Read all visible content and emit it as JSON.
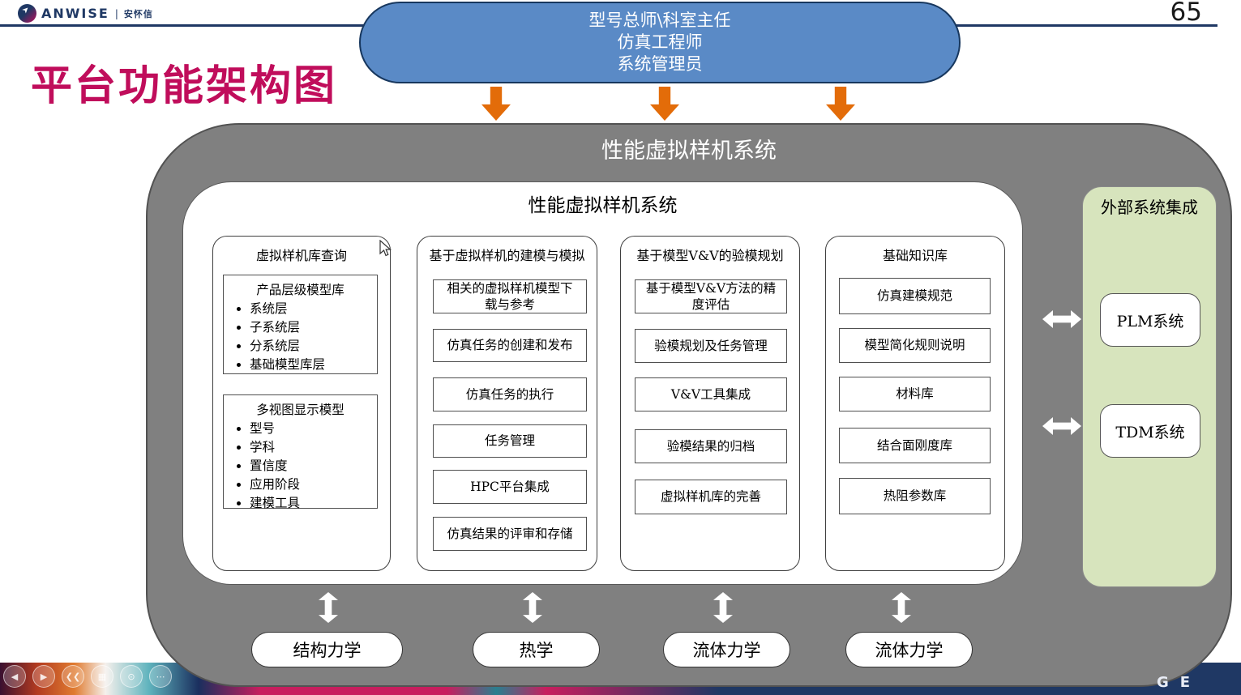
{
  "page": {
    "number": "65"
  },
  "header": {
    "logo_en": "ANWISE",
    "logo_sep": "|",
    "logo_cn": "安怀信",
    "title": "平台功能架构图"
  },
  "actors": {
    "lines": [
      "型号总师\\科室主任",
      "仿真工程师",
      "系统管理员"
    ]
  },
  "outer_system": {
    "title": "性能虚拟样机系统"
  },
  "inner_system": {
    "title": "性能虚拟样机系统"
  },
  "columns": [
    {
      "title": "虚拟样机库查询",
      "groups": [
        {
          "header": "产品层级模型库",
          "bullets": [
            "系统层",
            "子系统层",
            "分系统层",
            "基础模型库层"
          ]
        },
        {
          "header": "多视图显示模型",
          "bullets": [
            "型号",
            "学科",
            "置信度",
            "应用阶段",
            "建模工具"
          ]
        }
      ]
    },
    {
      "title": "基于虚拟样机的建模与模拟",
      "boxes": [
        "相关的虚拟样机模型下载与参考",
        "仿真任务的创建和发布",
        "仿真任务的执行",
        "任务管理",
        "HPC平台集成",
        "仿真结果的评审和存储"
      ]
    },
    {
      "title": "基于模型V&V的验模规划",
      "boxes": [
        "基于模型V&V方法的精度评估",
        "验模规划及任务管理",
        "V&V工具集成",
        "验模结果的归档",
        "虚拟样机库的完善"
      ]
    },
    {
      "title": "基础知识库",
      "boxes": [
        "仿真建模规范",
        "模型简化规则说明",
        "材料库",
        "结合面刚度库",
        "热阻参数库"
      ]
    }
  ],
  "external": {
    "title": "外部系统集成",
    "systems": [
      "PLM系统",
      "TDM系统"
    ]
  },
  "disciplines": [
    "结构力学",
    "热学",
    "流体力学",
    "流体力学"
  ],
  "footer": {
    "partial_text": "GE",
    "controls": [
      {
        "name": "prev",
        "glyph": "◀"
      },
      {
        "name": "next",
        "glyph": "▶"
      },
      {
        "name": "back",
        "glyph": "❮❮"
      },
      {
        "name": "pages",
        "glyph": "▦"
      },
      {
        "name": "zoom",
        "glyph": "⊙"
      },
      {
        "name": "more",
        "glyph": "⋯"
      }
    ]
  },
  "colors": {
    "accent_blue": "#5A8AC6",
    "arrow_orange": "#E36C09",
    "container_gray": "#808080",
    "panel_green": "#D7E4BD",
    "title_magenta": "#C00D5B",
    "line_navy": "#1F3864"
  }
}
